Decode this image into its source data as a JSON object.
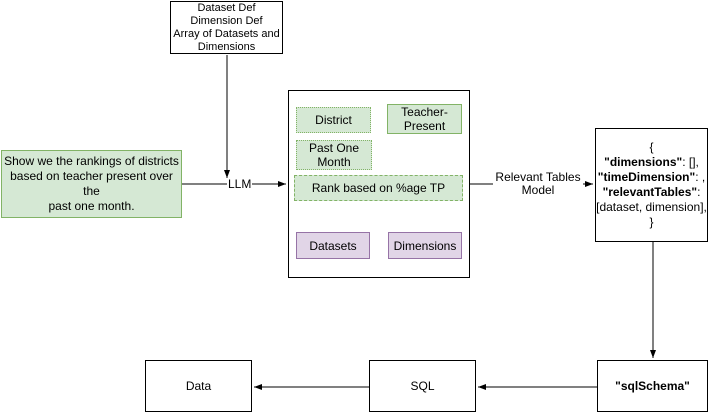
{
  "colors": {
    "green_fill": "#d5e8d4",
    "green_border": "#82b366",
    "purple_fill": "#e1d5e7",
    "purple_border": "#9673a6",
    "box_border": "#000000",
    "background": "#ffffff"
  },
  "definitions_box": {
    "lines": [
      "Dataset Def",
      "Dimension Def",
      "Array of Datasets and",
      "Dimensions"
    ]
  },
  "query_box": {
    "lines": [
      "Show we the rankings of districts",
      "based on teacher present over the",
      "past one month."
    ]
  },
  "llm_label": "LLM",
  "extraction_box": {
    "district": "District",
    "teacher_present": "Teacher-Present",
    "past_one_month": "Past One Month",
    "rank": "Rank based on %age TP",
    "datasets": "Datasets",
    "dimensions": "Dimensions"
  },
  "relevant_tables_label": {
    "line1": "Relevant Tables",
    "line2": "Model"
  },
  "json_box": {
    "open": "{",
    "dimensions_key": "\"dimensions\"",
    "dimensions_rest": ": [],",
    "time_key": "\"timeDimension\"",
    "time_rest": ": ,",
    "relevant_key": "\"relevantTables\"",
    "relevant_rest": ":",
    "array_line": "[dataset, dimension],",
    "close": "}"
  },
  "sqlschema_box": {
    "label": "\"sqlSchema\""
  },
  "sql_box": {
    "label": "SQL"
  },
  "data_box": {
    "label": "Data"
  }
}
